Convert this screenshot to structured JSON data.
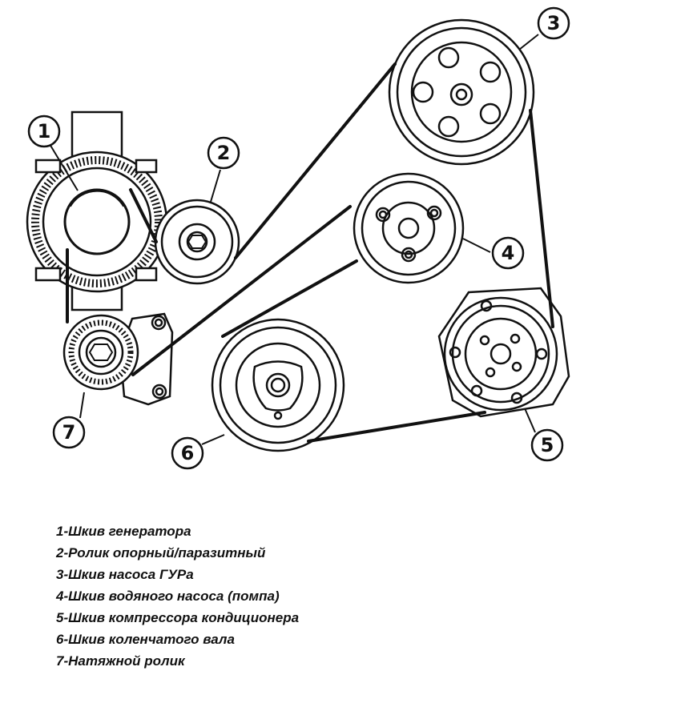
{
  "callouts": [
    "1",
    "2",
    "3",
    "4",
    "5",
    "6",
    "7"
  ],
  "legend": [
    "1-Шкив генератора",
    "2-Ролик опорный/паразитный",
    "3-Шкив насоса ГУРа",
    "4-Шкив водяного насоса (помпа)",
    "5-Шкив компрессора кондиционера",
    "6-Шкив коленчатого вала",
    "7-Натяжной ролик"
  ]
}
